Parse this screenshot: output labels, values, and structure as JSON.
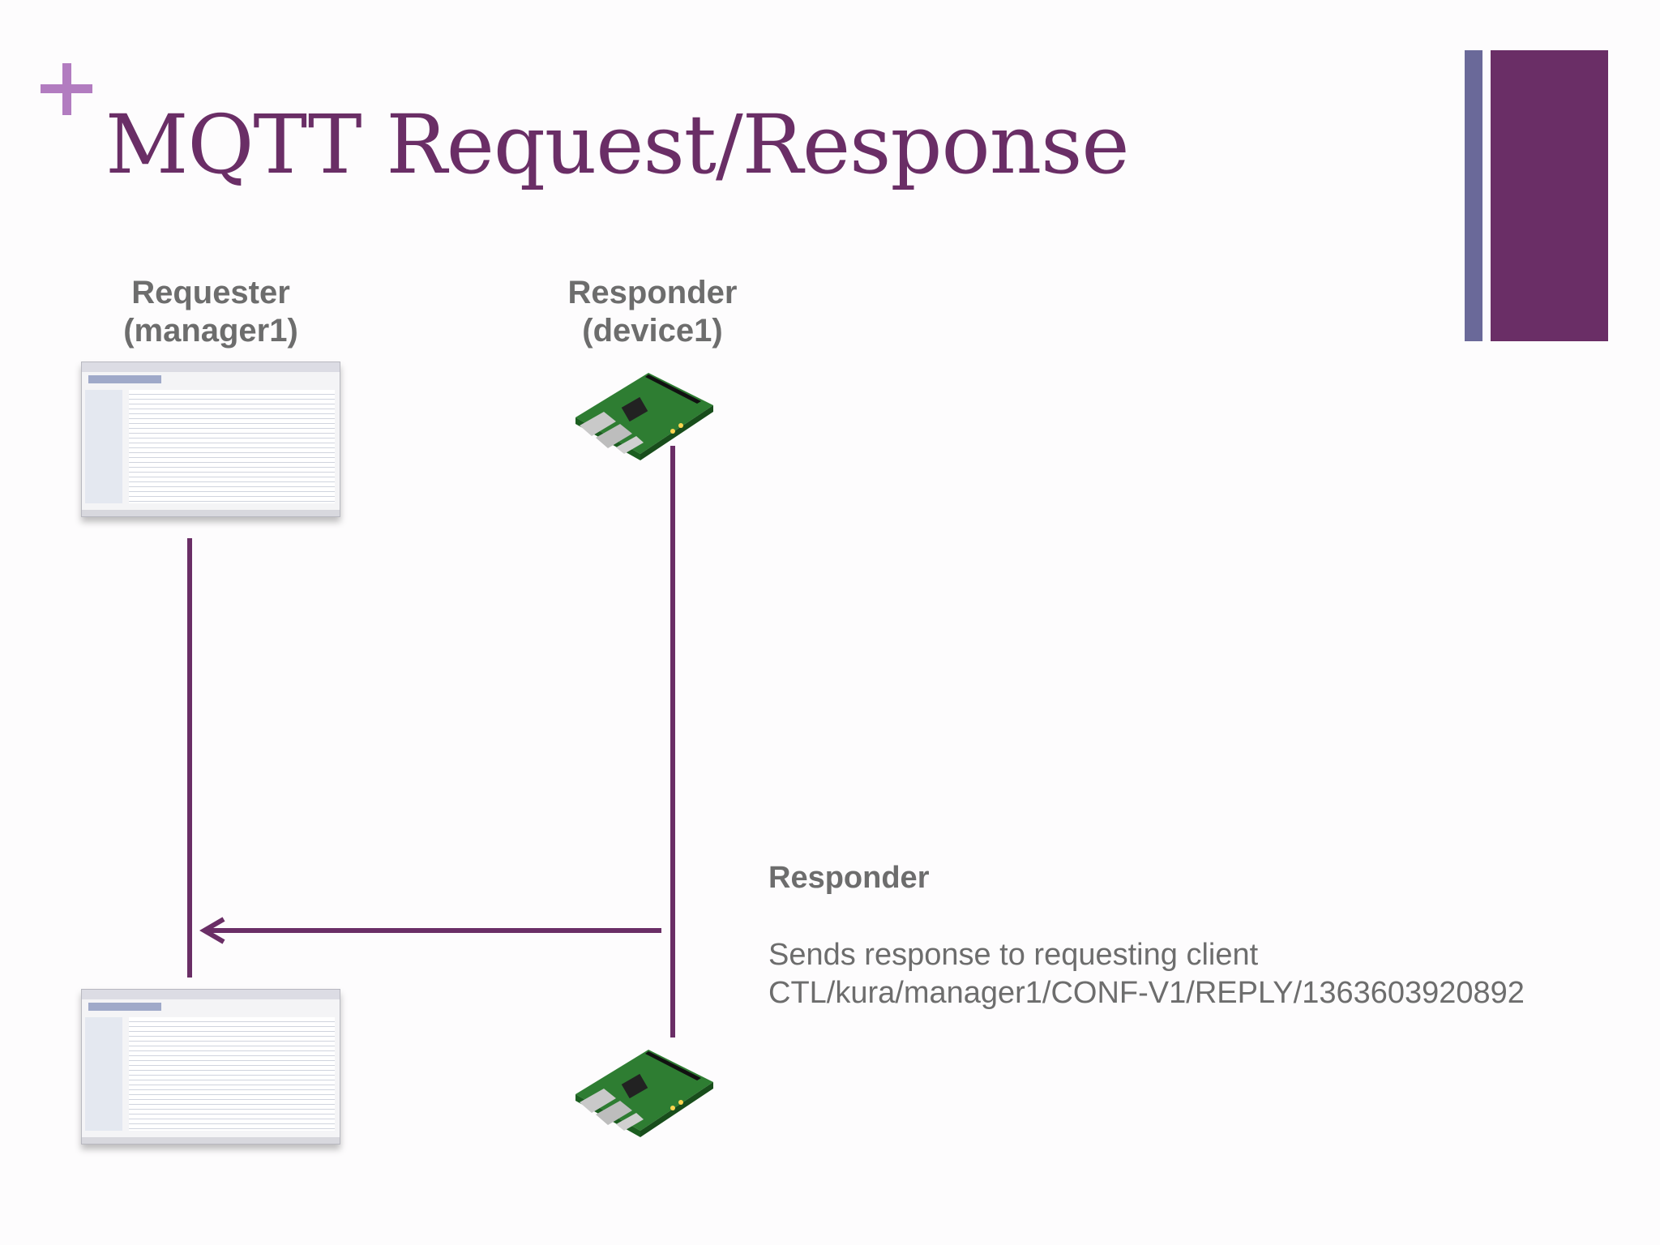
{
  "slide": {
    "title": "MQTT Request/Response"
  },
  "requester": {
    "name": "Requester",
    "id": "(manager1)"
  },
  "responder": {
    "name": "Responder",
    "id": "(device1)"
  },
  "annotation": {
    "heading": "Responder",
    "line1": "Sends response to requesting client",
    "line2": "CTL/kura/manager1/CONF-V1/REPLY/1363603920892"
  },
  "colors": {
    "accent_purple": "#6a2e66",
    "accent_slate": "#6a6999",
    "plus_color": "#b27cc0",
    "text_gray": "#6d6d6d"
  },
  "icons": {
    "requester": "web-console-screenshot",
    "responder": "raspberry-pi-board"
  }
}
